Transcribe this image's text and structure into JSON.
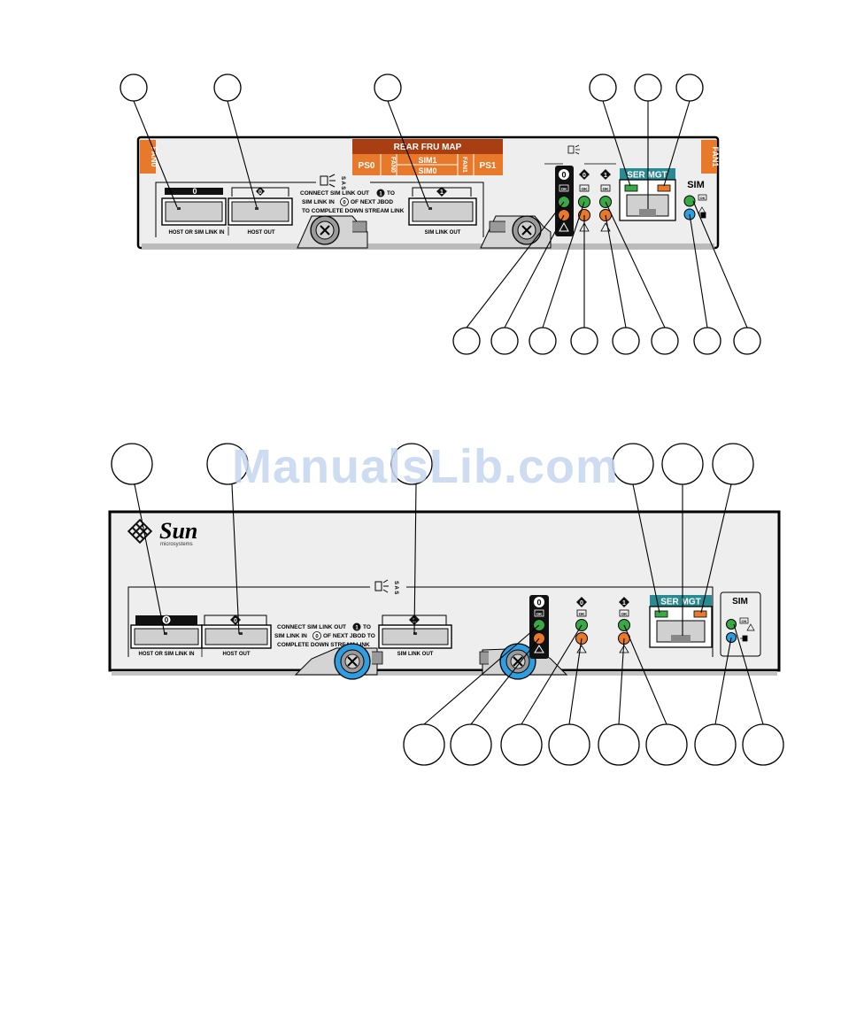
{
  "diagram1": {
    "fru_map": {
      "title": "REAR FRU MAP",
      "ps0": "PS0",
      "fan0": "FAN0",
      "sim1": "SIM1",
      "sim0": "SIM0",
      "fan1": "FAN1",
      "ps1": "PS1"
    },
    "fan0_tab": "FAN0",
    "fan1_tab": "FAN1",
    "sas_label": "S A S",
    "ports": {
      "host_or_sim_link_in": "HOST OR SIM LINK IN",
      "host_out": "HOST OUT",
      "sim_link_out": "SIM LINK OUT"
    },
    "port_badges": {
      "p0": "0",
      "p1": "0",
      "p2": "1"
    },
    "connect_note": [
      "CONNECT SIM LINK OUT",
      "TO",
      "SIM LINK IN",
      "OF NEXT JBOD",
      "TO COMPLETE  DOWN STREAM LINK"
    ],
    "note_badges": {
      "b1": "1",
      "b2": "0"
    },
    "led_group_labels": [
      "0",
      "0",
      "1"
    ],
    "ok_label": "OK",
    "ser_mgt": "SER MGT",
    "sim_label": "SIM"
  },
  "diagram2": {
    "brand": {
      "name": "Sun",
      "sub": "microsystems"
    },
    "sas_label": "S A S",
    "ports": {
      "host_or_sim_link_in": "HOST OR SIM LINK IN",
      "host_out": "HOST OUT",
      "sim_link_out": "SIM LINK OUT"
    },
    "port_badges": {
      "p0": "0",
      "p1": "0",
      "p2": "1"
    },
    "connect_note": [
      "CONNECT SIM LINK OUT",
      "TO",
      "SIM LINK IN",
      "OF NEXT JBOD TO",
      "COMPLETE DOWN STREAM LINK"
    ],
    "note_badges": {
      "b1": "1",
      "b2": "0"
    },
    "led_group_labels": [
      "0",
      "0",
      "1"
    ],
    "ok_label": "OK",
    "ser_mgt": "SER MGT",
    "sim_label": "SIM"
  },
  "watermark": "ManualsLib.com",
  "colors": {
    "orange": "#e8782a",
    "green": "#3aa845",
    "blue": "#2f9ee0",
    "teal": "#2a8a93",
    "panel": "#eeeeee",
    "black": "#111111"
  }
}
